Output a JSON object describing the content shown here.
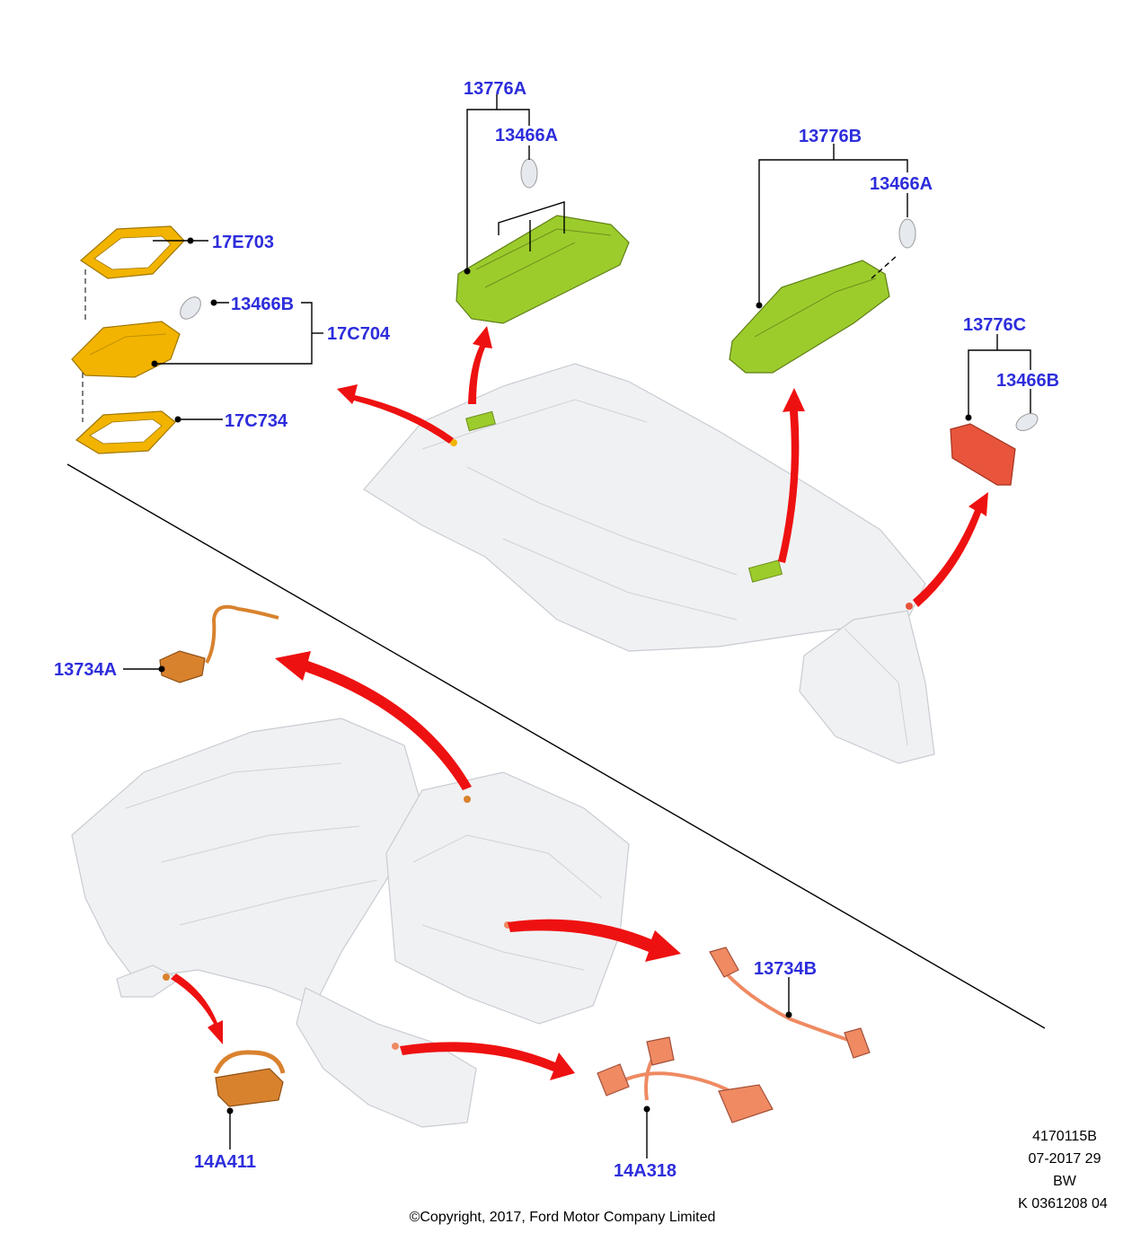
{
  "labels": {
    "l_13776A": "13776A",
    "l_13466A_top": "13466A",
    "l_13776B": "13776B",
    "l_13466A_right": "13466A",
    "l_17E703": "17E703",
    "l_13466B_left": "13466B",
    "l_17C704": "17C704",
    "l_17C734": "17C734",
    "l_13776C": "13776C",
    "l_13466B_right": "13466B",
    "l_13734A": "13734A",
    "l_13734B": "13734B",
    "l_14A411": "14A411",
    "l_14A318": "14A318"
  },
  "meta": {
    "line1": "4170115B",
    "line2": "07-2017 29",
    "line3": "BW",
    "line4": "K 0361208 04"
  },
  "copyright": "©Copyright, 2017, Ford Motor Company Limited",
  "colors": {
    "label": "#2d2ddc",
    "arrow": "#ee1111",
    "lamp_green": "#9ccc2c",
    "lamp_yellow": "#f2b400",
    "lamp_red": "#e8543c",
    "harness_orange": "#d9822e",
    "harness_salmon": "#ef8a62"
  }
}
